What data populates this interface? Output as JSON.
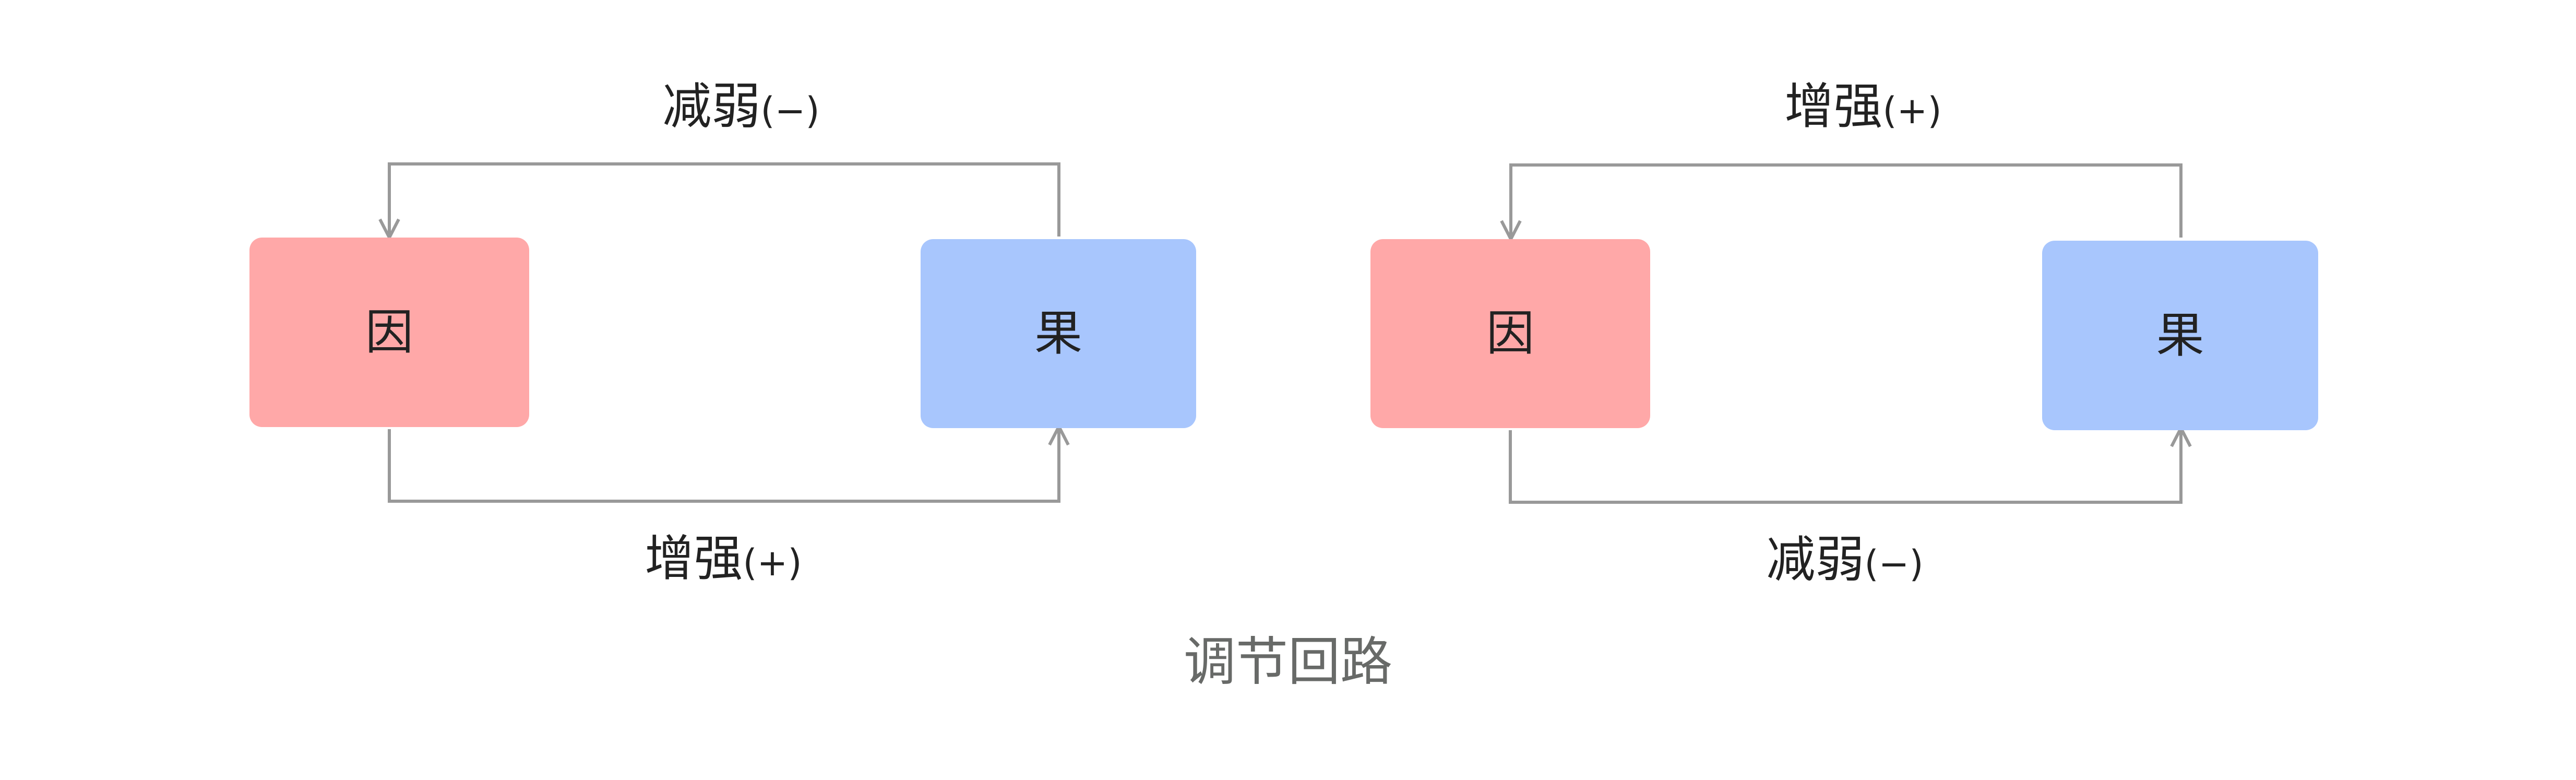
{
  "colors": {
    "cause_fill": "#FFA8A8",
    "effect_fill": "#A8C6FD",
    "connector": "#999999",
    "text": "#222222",
    "caption": "#686a68"
  },
  "caption": "调节回路",
  "diagrams": [
    {
      "cause": {
        "label": "因"
      },
      "effect": {
        "label": "果"
      },
      "top_edge": {
        "label": "减弱",
        "sign": "(−)",
        "direction": "effect-to-cause"
      },
      "bottom_edge": {
        "label": "增强",
        "sign": "(+)",
        "direction": "cause-to-effect"
      }
    },
    {
      "cause": {
        "label": "因"
      },
      "effect": {
        "label": "果"
      },
      "top_edge": {
        "label": "增强",
        "sign": "(+)",
        "direction": "effect-to-cause"
      },
      "bottom_edge": {
        "label": "减弱",
        "sign": "(−)",
        "direction": "cause-to-effect"
      }
    }
  ]
}
